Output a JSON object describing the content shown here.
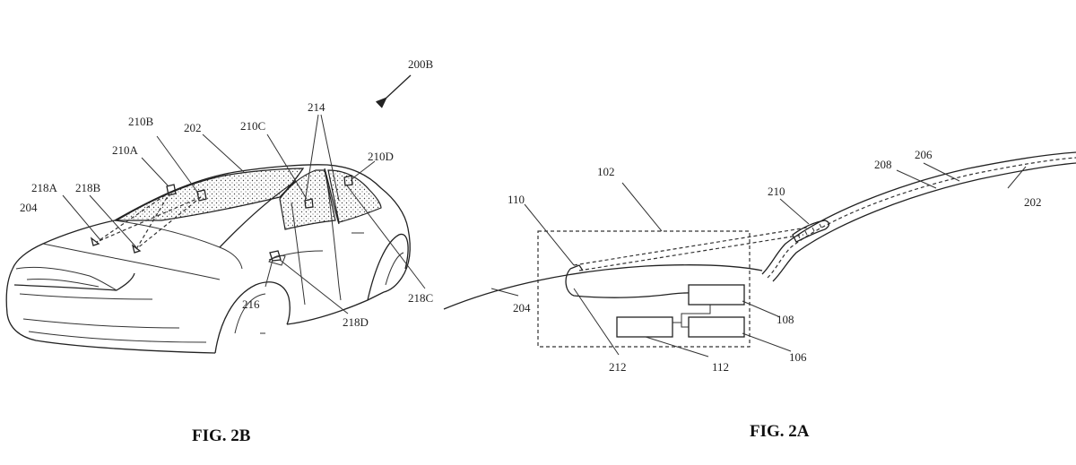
{
  "fig2b": {
    "caption": "FIG. 2B",
    "labels": {
      "l200B": "200B",
      "l214": "214",
      "l210B": "210B",
      "l202": "202",
      "l210C": "210C",
      "l210A": "210A",
      "l210D": "210D",
      "l218A": "218A",
      "l218B": "218B",
      "l204": "204",
      "l216": "216",
      "l218D": "218D",
      "l218C": "218C"
    }
  },
  "fig2a": {
    "caption": "FIG. 2A",
    "labels": {
      "l206": "206",
      "l208": "208",
      "l102": "102",
      "l210": "210",
      "l202": "202",
      "l110": "110",
      "l108": "108",
      "l204": "204",
      "l212": "212",
      "l112": "112",
      "l106": "106"
    }
  }
}
